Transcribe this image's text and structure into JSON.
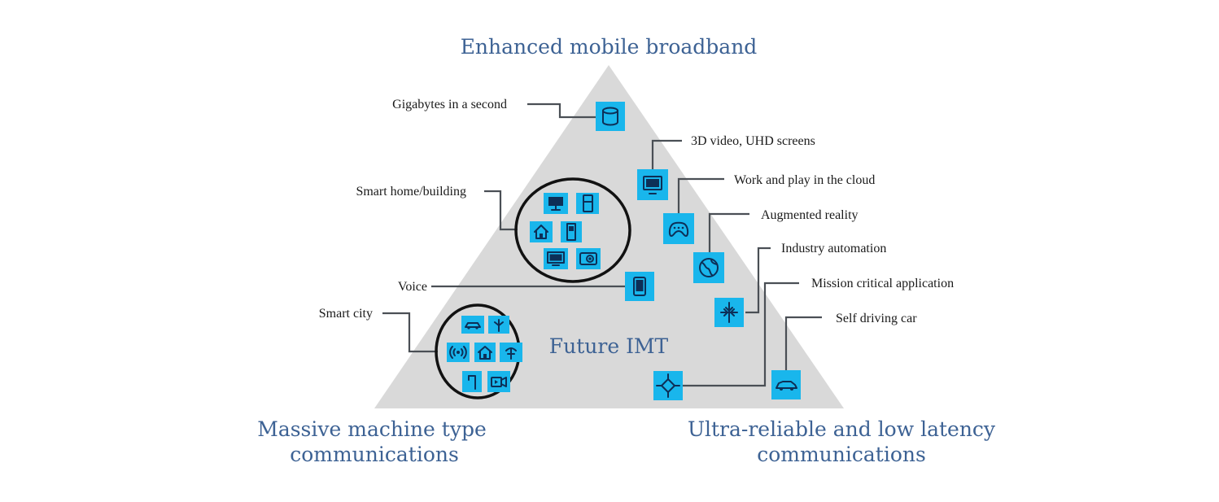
{
  "diagram": {
    "corners": {
      "top": "Enhanced mobile broadband",
      "bottom_left_line1": "Massive machine type",
      "bottom_left_line2": "communications",
      "bottom_right_line1": "Ultra-reliable and low latency",
      "bottom_right_line2": "communications"
    },
    "center_title": "Future IMT",
    "labels": {
      "gigabytes": "Gigabytes in a second",
      "video": "3D video, UHD screens",
      "cloud": "Work and play in the cloud",
      "ar": "Augmented reality",
      "smart_home": "Smart home/building",
      "industry": "Industry automation",
      "mission": "Mission critical application",
      "voice": "Voice",
      "smart_city": "Smart city",
      "self_driving": "Self driving car"
    },
    "colors": {
      "triangle": "#d9d9d9",
      "tile": "#19b6ec",
      "heading": "#3d6294",
      "connector": "#4a4f55"
    },
    "icons": {
      "gigabytes": "cylinder-storage-icon",
      "video": "monitor-icon",
      "cloud": "gamepad-icon",
      "ar": "globe-icon",
      "voice": "smartphone-icon",
      "industry": "robot-arm-icon",
      "mission": "crosshair-icon",
      "self_driving": "car-icon",
      "smart_home": [
        "monitor-icon",
        "fridge-icon",
        "house-icon",
        "door-icon",
        "tv-icon",
        "washer-icon"
      ],
      "smart_city": [
        "car-icon",
        "tree-icon",
        "broadcast-icon",
        "house-icon",
        "streetlight-icon",
        "traffic-light-icon",
        "camera-icon"
      ]
    }
  }
}
